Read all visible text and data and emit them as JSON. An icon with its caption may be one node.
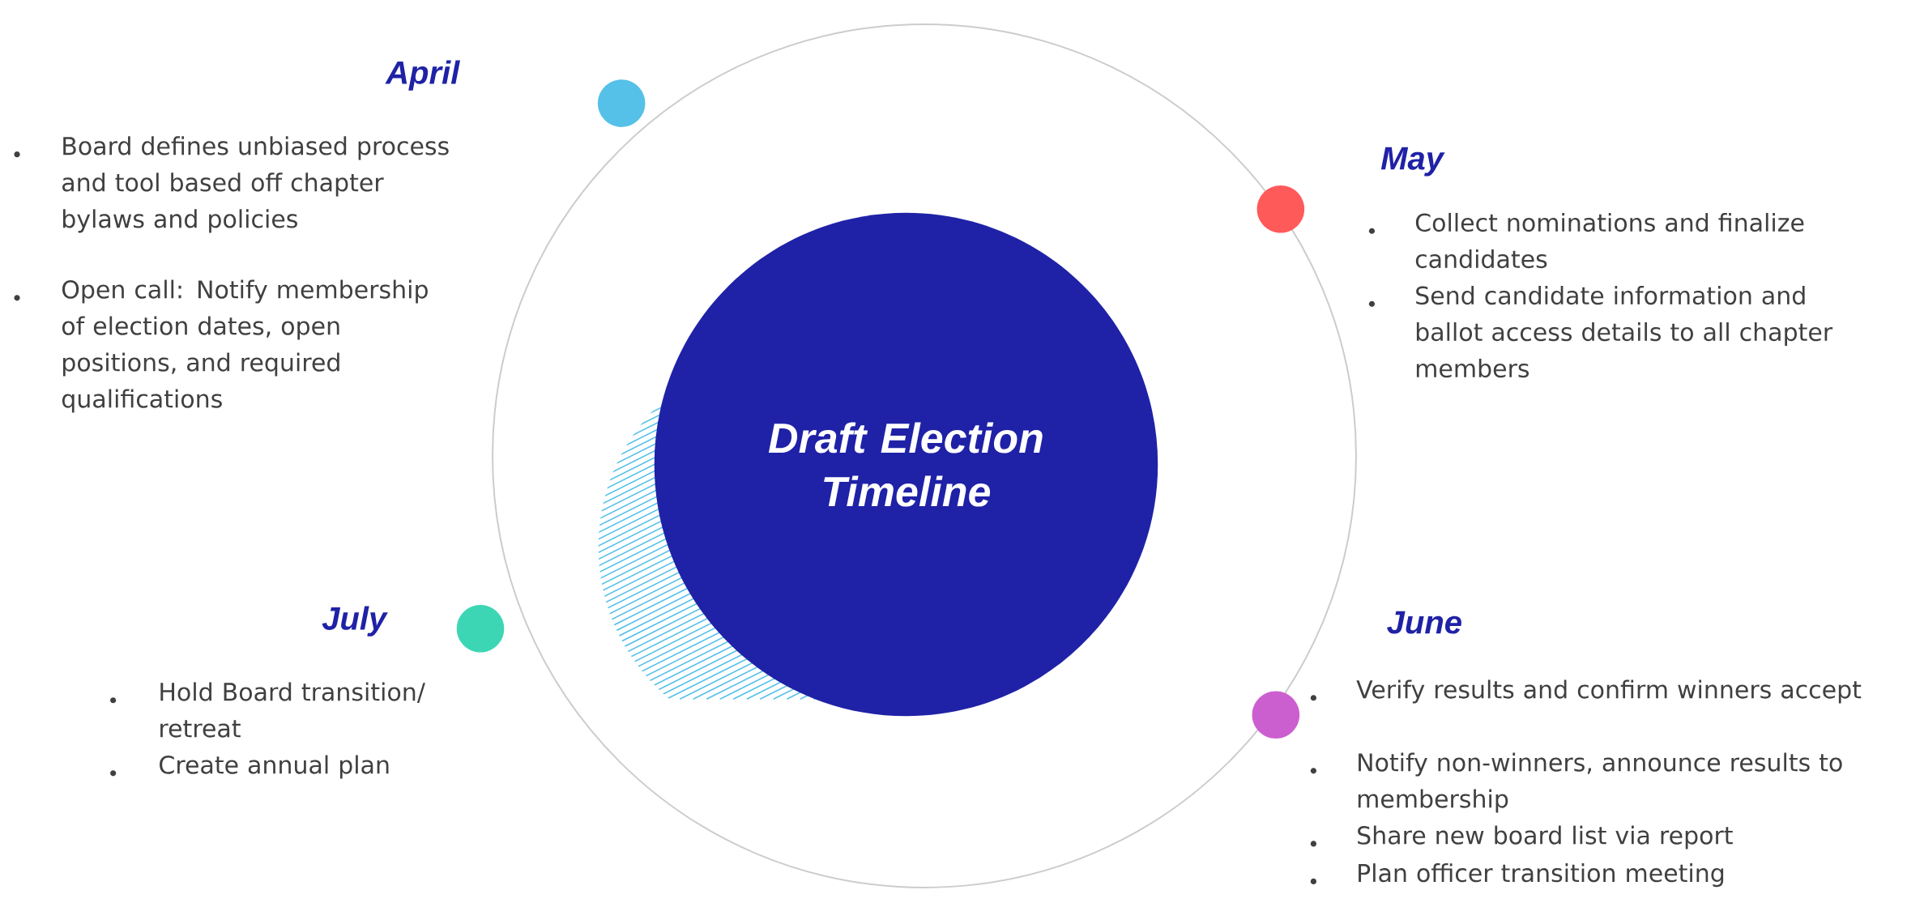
{
  "diagram": {
    "nodes": [
      {
        "text": [],
        "shape": "circle"
      },
      {
        "text": [
          "Draft Election Timeline"
        ],
        "in": 0
      },
      {
        "text": [],
        "shape": "circle",
        "beside": [
          "April",
          "Board defines unbiased process and tool based off chapter bylaws and policies",
          "Open call: Notify membership of election dates, open positions, and required qualifications"
        ]
      },
      {
        "text": [],
        "shape": "circle",
        "beside": [
          "May",
          "Collect nominations and finalize candidates",
          "Send candidate information and ballot access details to all chapter members"
        ]
      },
      {
        "text": [],
        "shape": "circle",
        "beside": [
          "July",
          "Hold Board transition/ retreat",
          "Create annual plan"
        ]
      },
      {
        "text": [],
        "shape": "circle",
        "beside": [
          "June",
          "Verify results and confirm winners accept",
          "Notify non-winners, announce results to membership",
          "Share new board list via report",
          "Plan officer transition meeting"
        ]
      }
    ],
    "edges": []
  }
}
